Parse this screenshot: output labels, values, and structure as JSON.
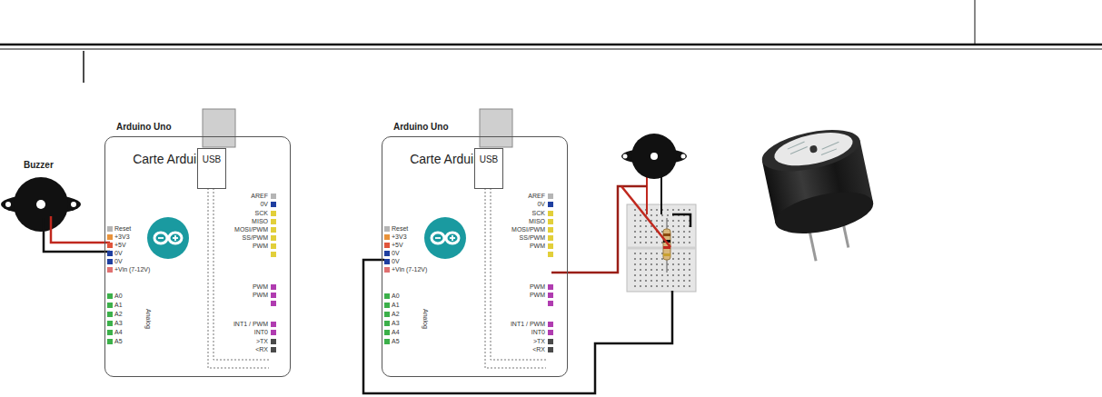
{
  "diagram": {
    "nodes": [
      {
        "text": [
          "Arduino Uno",
          "Carte Arduino"
        ]
      },
      {
        "text": [
          "USB"
        ],
        "in": 0
      },
      {
        "text": [
          "Arduino Uno",
          "Carte Arduino"
        ]
      },
      {
        "text": [
          "USB"
        ],
        "in": 2
      }
    ],
    "labels": [
      "Buzzer",
      "Reset",
      "+3V3",
      "+5V",
      "0V",
      "0V",
      "+Vin (7-12V)",
      "A0",
      "A1",
      "A2",
      "A3",
      "A4",
      "A5",
      "Analog",
      "AREF",
      "0V",
      "SCK",
      "MISO",
      "MOSI/PWM",
      "SS/PWM",
      "PWM",
      "PWM",
      "PWM",
      "INT1 / PWM",
      "INT0",
      ">TX",
      "<RX",
      "Reset",
      "+3V3",
      "+5V",
      "0V",
      "0V",
      "+Vin (7-12V)",
      "A0",
      "A1",
      "A2",
      "A3",
      "A4",
      "A5",
      "Analog",
      "AREF",
      "0V",
      "SCK",
      "MISO",
      "MOSI/PWM",
      "SS/PWM",
      "PWM",
      "PWM",
      "PWM",
      "INT1 / PWM",
      "INT0",
      ">TX",
      "<RX"
    ]
  }
}
